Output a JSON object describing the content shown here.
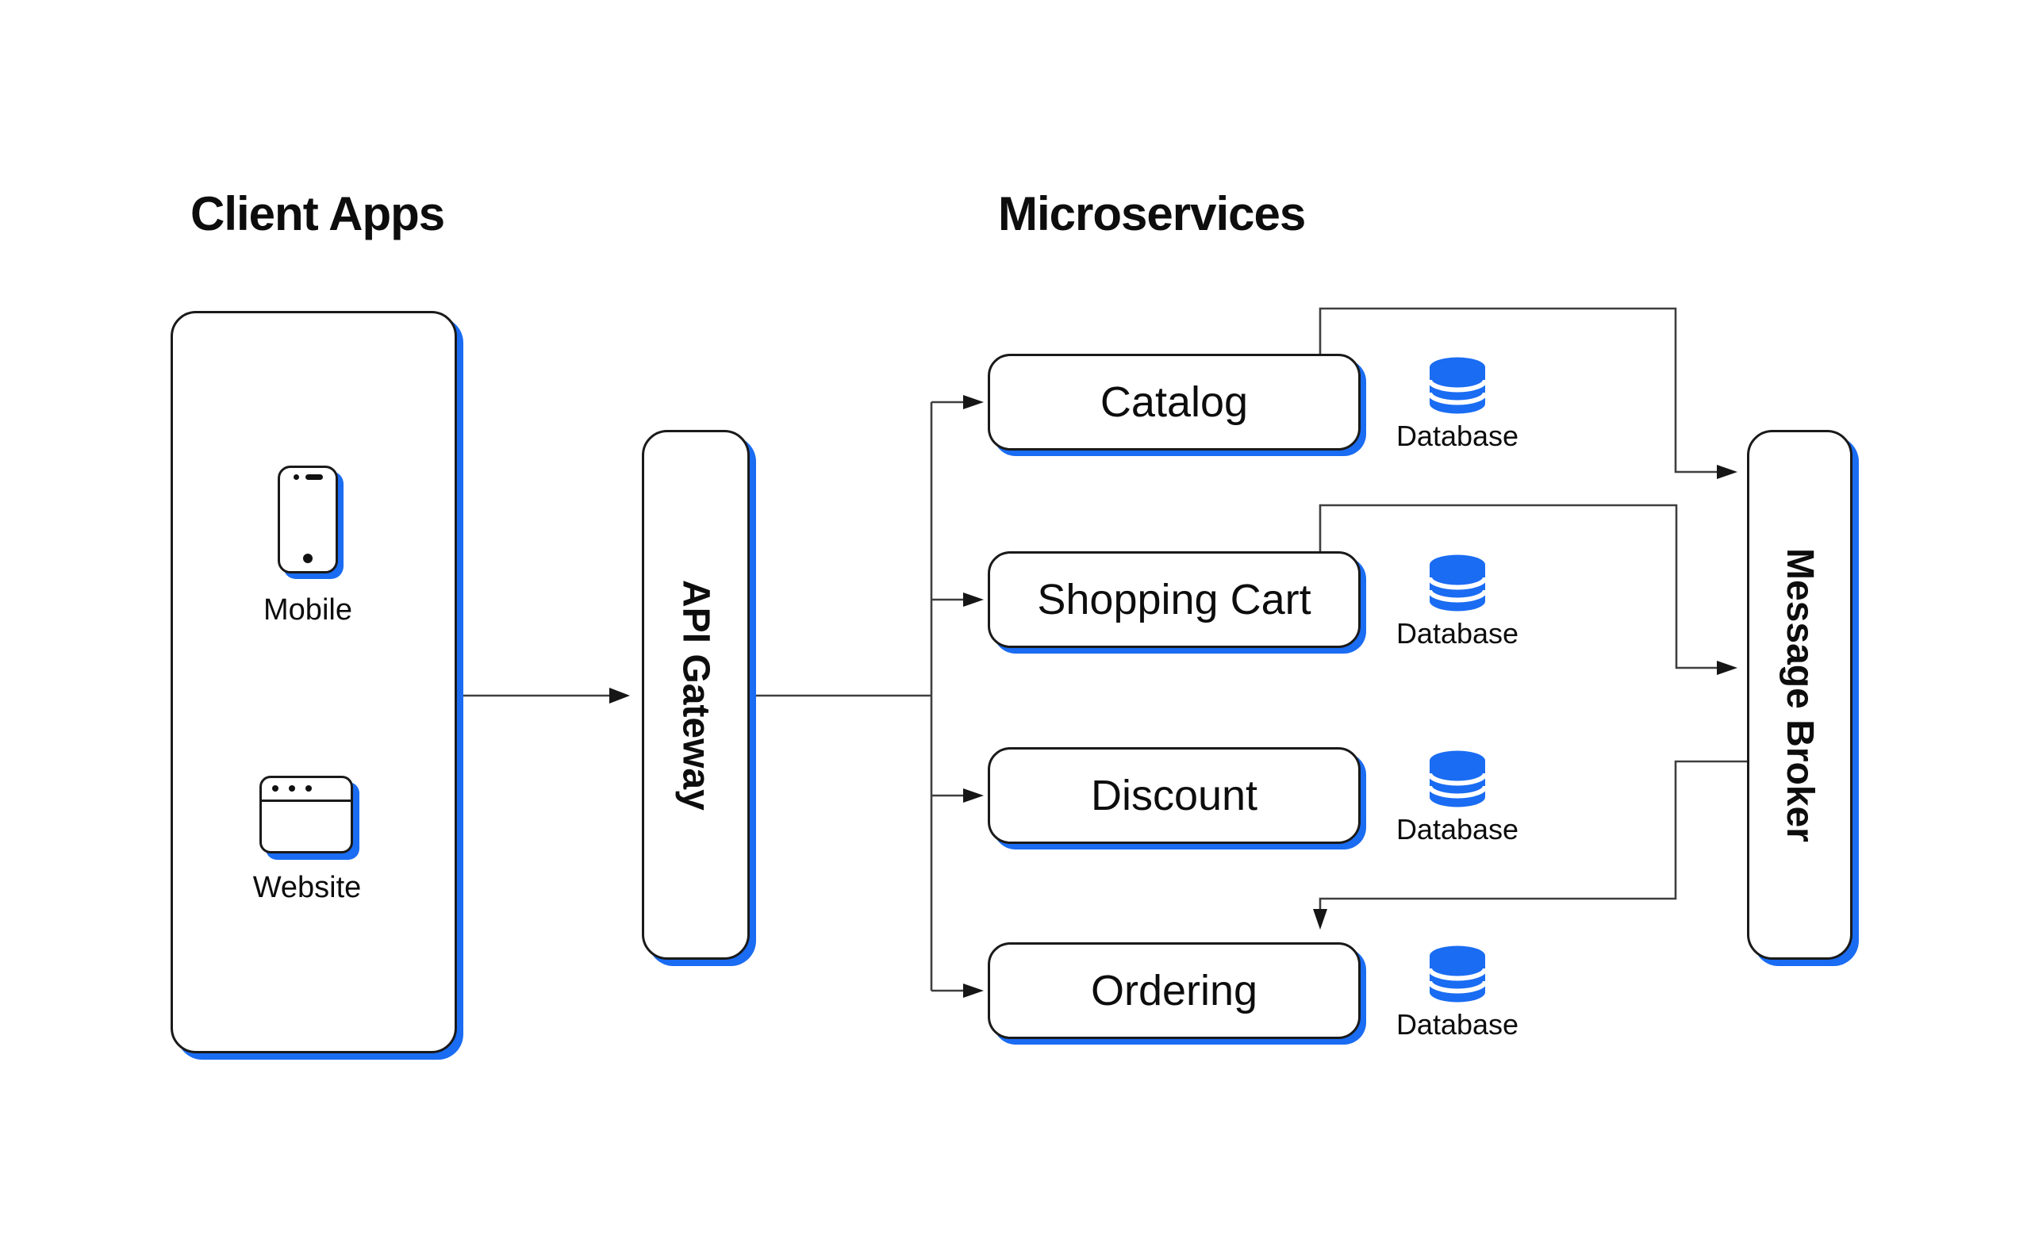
{
  "headings": {
    "client_apps": "Client Apps",
    "microservices": "Microservices"
  },
  "client_apps": {
    "items": [
      {
        "icon": "smartphone-icon",
        "label": "Mobile"
      },
      {
        "icon": "browser-window-icon",
        "label": "Website"
      }
    ]
  },
  "api_gateway": {
    "label": "API Gateway"
  },
  "message_broker": {
    "label": "Message Broker"
  },
  "microservices": {
    "items": [
      {
        "label": "Catalog",
        "database_label": "Database",
        "database_icon": "database-icon"
      },
      {
        "label": "Shopping Cart",
        "database_label": "Database",
        "database_icon": "database-icon"
      },
      {
        "label": "Discount",
        "database_label": "Database",
        "database_icon": "database-icon"
      },
      {
        "label": "Ordering",
        "database_label": "Database",
        "database_icon": "database-icon"
      }
    ]
  },
  "connections": [
    {
      "from": "client-apps",
      "to": "api-gateway"
    },
    {
      "from": "api-gateway",
      "to": "catalog"
    },
    {
      "from": "api-gateway",
      "to": "shopping-cart"
    },
    {
      "from": "api-gateway",
      "to": "discount"
    },
    {
      "from": "api-gateway",
      "to": "ordering"
    },
    {
      "from": "catalog",
      "to": "message-broker"
    },
    {
      "from": "shopping-cart",
      "to": "message-broker"
    },
    {
      "from": "message-broker",
      "to": "ordering"
    }
  ],
  "colors": {
    "accent_blue": "#1a6cf2",
    "line": "#3f3f3f",
    "border": "#1a1a1a",
    "background": "#ffffff"
  }
}
